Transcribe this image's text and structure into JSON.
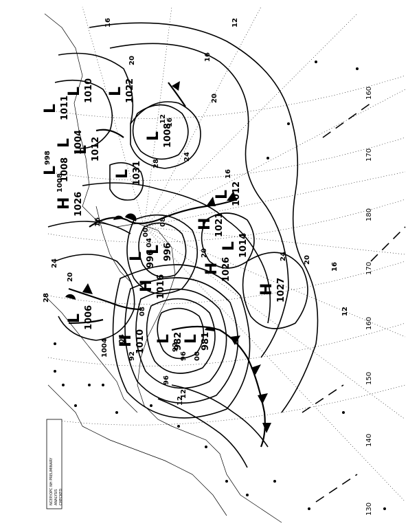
{
  "map": {
    "legend_lines": [
      "NCEP/OPC NH PRELIMINARY",
      "ANALYSIS",
      "CHECKED"
    ],
    "longitudes": [
      "130",
      "140",
      "150",
      "160",
      "170",
      "180",
      "170",
      "160"
    ],
    "pressure_centers": [
      {
        "type": "L",
        "value": "1008"
      },
      {
        "type": "L",
        "value": "1012"
      },
      {
        "type": "L",
        "value": "1031"
      },
      {
        "type": "L",
        "value": "1022"
      },
      {
        "type": "L",
        "value": "996"
      },
      {
        "type": "L",
        "value": "996"
      },
      {
        "type": "H",
        "value": "1021"
      },
      {
        "type": "L",
        "value": "1012"
      },
      {
        "type": "L",
        "value": "1014"
      },
      {
        "type": "H",
        "value": "1026"
      },
      {
        "type": "H",
        "value": "1027"
      },
      {
        "type": "H",
        "value": "1016"
      },
      {
        "type": "L",
        "value": "982"
      },
      {
        "type": "L",
        "value": "981"
      },
      {
        "type": "H",
        "value": "1010"
      },
      {
        "type": "L",
        "value": "1006"
      },
      {
        "type": "H",
        "value": "1026"
      },
      {
        "type": "L",
        "value": "1004"
      },
      {
        "type": "L",
        "value": "1008"
      },
      {
        "type": "L",
        "value": "1011"
      },
      {
        "type": "L",
        "value": "1010"
      }
    ],
    "isobar_labels": [
      "16",
      "12",
      "16",
      "20",
      "20",
      "24",
      "16",
      "28",
      "12",
      "16",
      "20",
      "24",
      "20",
      "16",
      "12",
      "08",
      "04",
      "00",
      "96",
      "92",
      "12",
      "16",
      "20",
      "24",
      "28",
      "998",
      "1008",
      "1004",
      "08",
      "12",
      "04",
      "00",
      "96",
      "92"
    ]
  }
}
